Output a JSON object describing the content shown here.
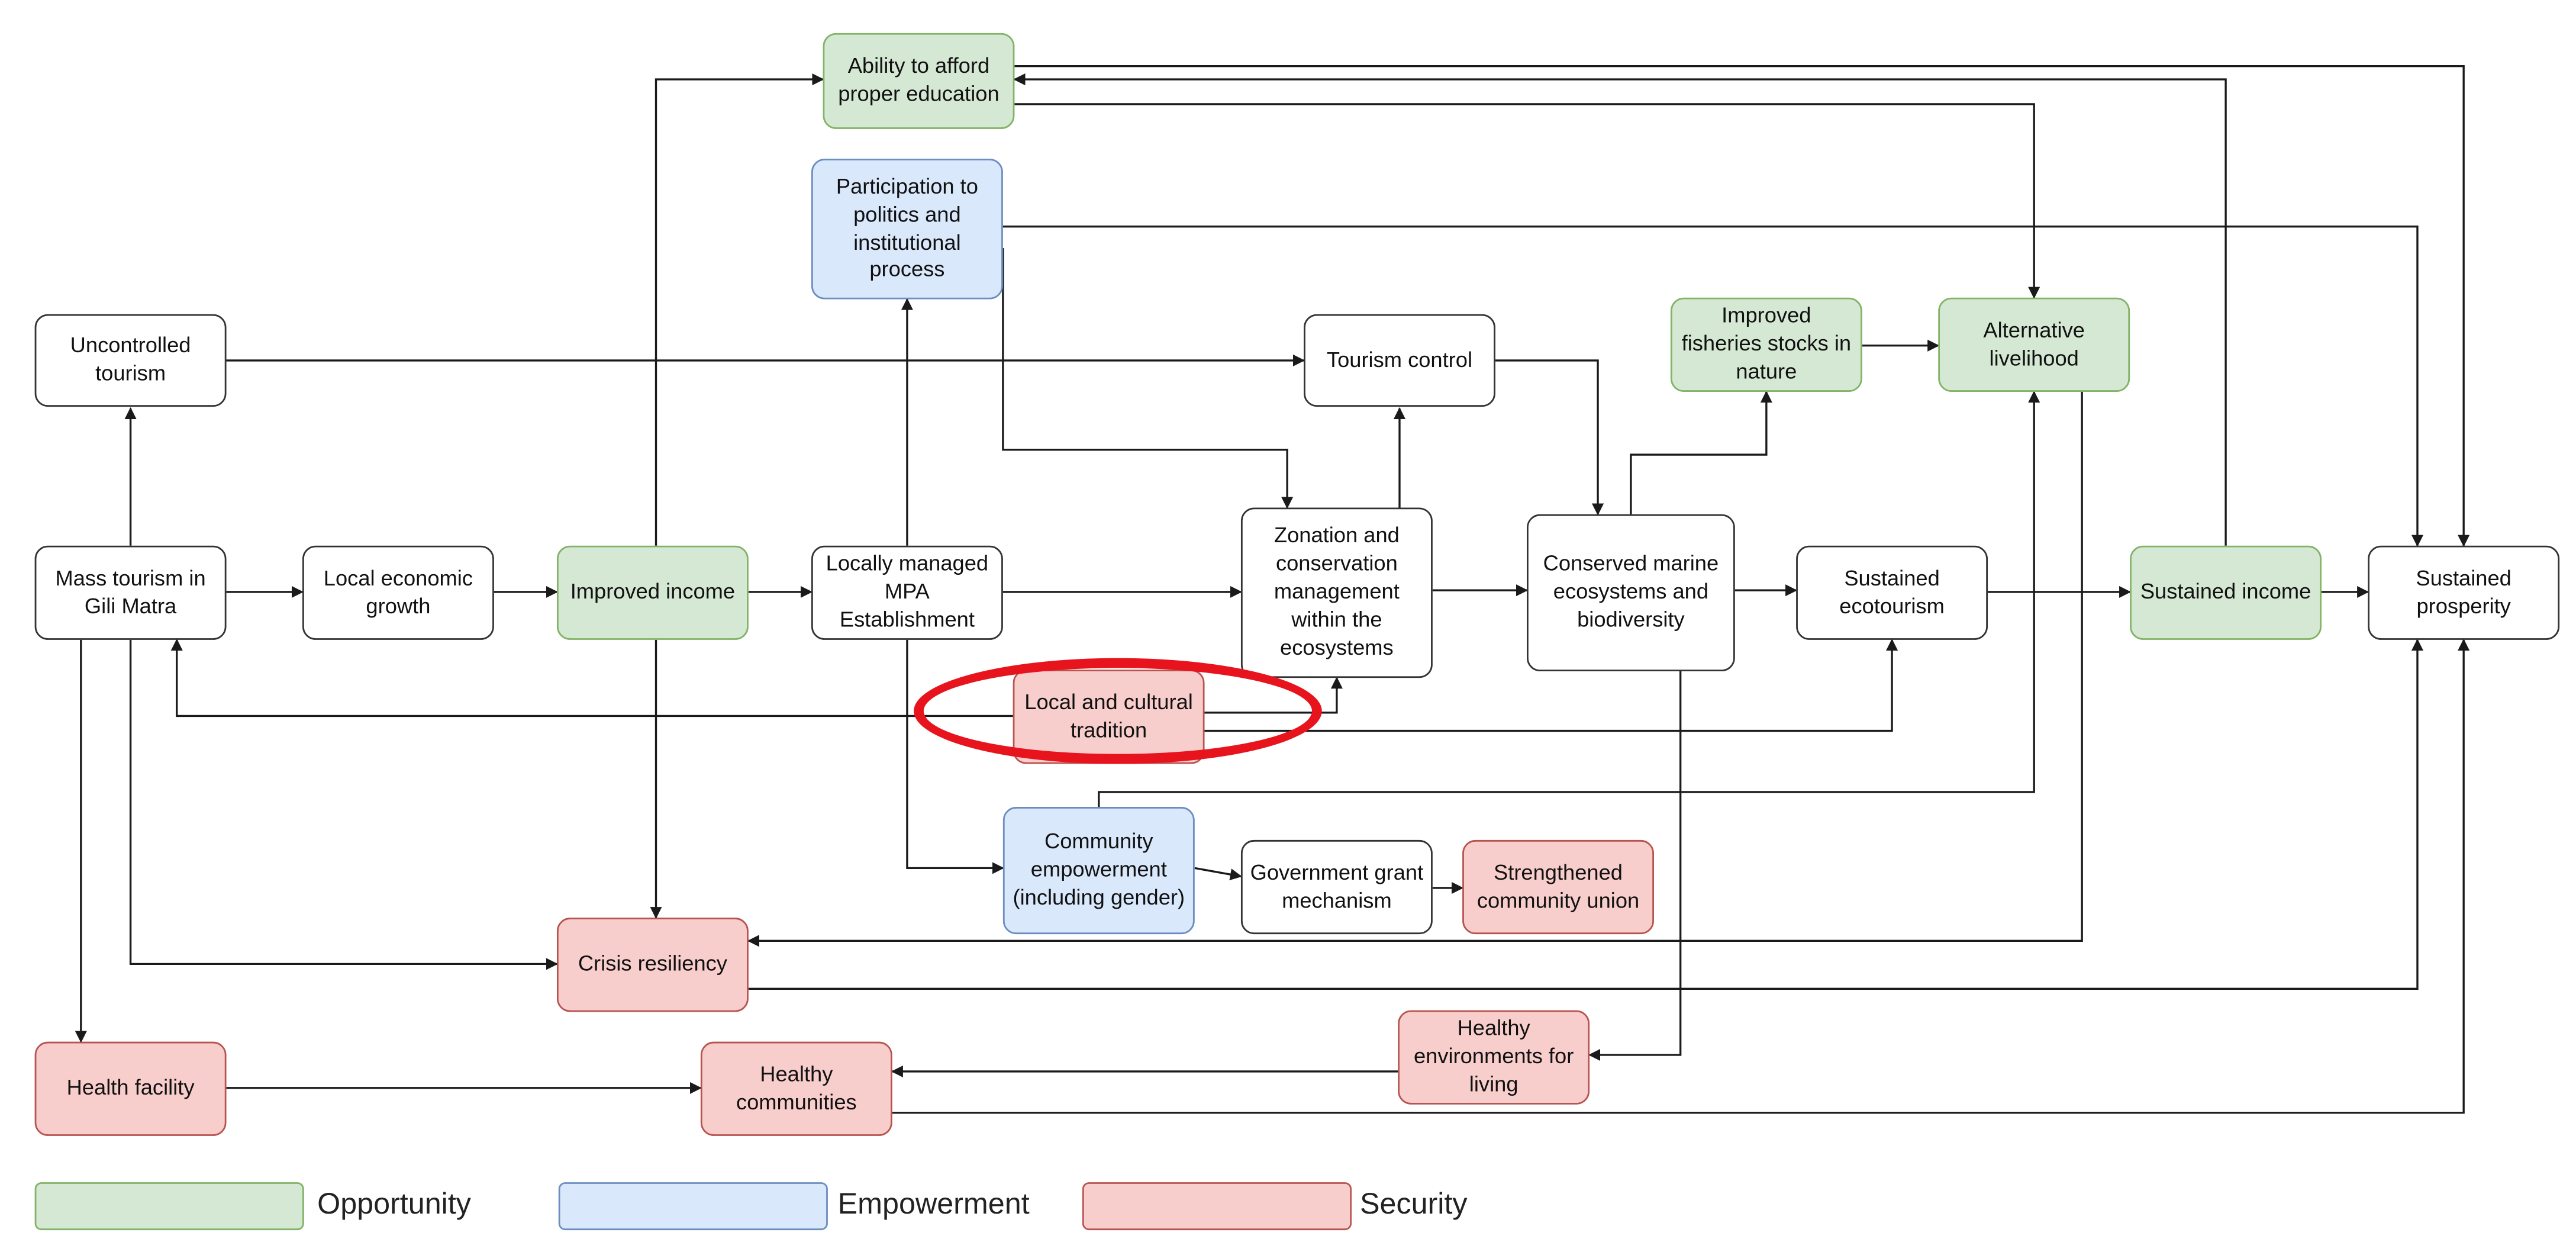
{
  "nodes": {
    "ability_education": {
      "label": "Ability to afford proper education",
      "category": "opportunity"
    },
    "participation_politics": {
      "label": "Participation to politics and institutional process",
      "category": "empowerment"
    },
    "uncontrolled_tourism": {
      "label": "Uncontrolled tourism",
      "category": "neutral"
    },
    "tourism_control": {
      "label": "Tourism control",
      "category": "neutral"
    },
    "improved_fisheries": {
      "label": "Improved fisheries stocks in nature",
      "category": "opportunity"
    },
    "alternative_livelihood": {
      "label": "Alternative livelihood",
      "category": "opportunity"
    },
    "mass_tourism": {
      "label": "Mass tourism in Gili Matra",
      "category": "neutral"
    },
    "local_economic_growth": {
      "label": "Local economic growth",
      "category": "neutral"
    },
    "improved_income": {
      "label": "Improved income",
      "category": "opportunity"
    },
    "locally_managed_mpa": {
      "label": "Locally managed MPA Establishment",
      "category": "neutral"
    },
    "zonation": {
      "label": "Zonation and conservation management within the ecosystems",
      "category": "neutral"
    },
    "conserved_marine": {
      "label": "Conserved marine ecosystems and biodiversity",
      "category": "neutral"
    },
    "sustained_ecotourism": {
      "label": "Sustained ecotourism",
      "category": "neutral"
    },
    "sustained_income": {
      "label": "Sustained income",
      "category": "opportunity"
    },
    "sustained_prosperity": {
      "label": "Sustained prosperity",
      "category": "neutral"
    },
    "local_cultural_tradition": {
      "label": "Local and cultural tradition",
      "category": "security"
    },
    "community_empowerment": {
      "label": "Community empowerment (including gender)",
      "category": "empowerment"
    },
    "government_grant": {
      "label": "Government grant mechanism",
      "category": "neutral"
    },
    "strengthened_union": {
      "label": "Strengthened community union",
      "category": "security"
    },
    "crisis_resiliency": {
      "label": "Crisis resiliency",
      "category": "security"
    },
    "health_facility": {
      "label": "Health facility",
      "category": "security"
    },
    "healthy_communities": {
      "label": "Healthy communities",
      "category": "security"
    },
    "healthy_environments": {
      "label": "Healthy environments for living",
      "category": "security"
    }
  },
  "edges": [
    [
      "mass_tourism",
      "uncontrolled_tourism"
    ],
    [
      "mass_tourism",
      "local_economic_growth"
    ],
    [
      "mass_tourism",
      "health_facility"
    ],
    [
      "mass_tourism",
      "crisis_resiliency"
    ],
    [
      "uncontrolled_tourism",
      "tourism_control"
    ],
    [
      "local_economic_growth",
      "improved_income"
    ],
    [
      "improved_income",
      "locally_managed_mpa"
    ],
    [
      "improved_income",
      "ability_education"
    ],
    [
      "improved_income",
      "crisis_resiliency"
    ],
    [
      "locally_managed_mpa",
      "participation_politics"
    ],
    [
      "locally_managed_mpa",
      "zonation"
    ],
    [
      "locally_managed_mpa",
      "community_empowerment"
    ],
    [
      "participation_politics",
      "zonation"
    ],
    [
      "participation_politics",
      "sustained_prosperity"
    ],
    [
      "zonation",
      "tourism_control"
    ],
    [
      "zonation",
      "conserved_marine"
    ],
    [
      "tourism_control",
      "conserved_marine"
    ],
    [
      "conserved_marine",
      "improved_fisheries"
    ],
    [
      "conserved_marine",
      "sustained_ecotourism"
    ],
    [
      "conserved_marine",
      "healthy_environments"
    ],
    [
      "improved_fisheries",
      "alternative_livelihood"
    ],
    [
      "ability_education",
      "alternative_livelihood"
    ],
    [
      "ability_education",
      "sustained_prosperity"
    ],
    [
      "alternative_livelihood",
      "crisis_resiliency"
    ],
    [
      "sustained_ecotourism",
      "sustained_income"
    ],
    [
      "sustained_income",
      "sustained_prosperity"
    ],
    [
      "sustained_income",
      "ability_education"
    ],
    [
      "local_cultural_tradition",
      "mass_tourism"
    ],
    [
      "local_cultural_tradition",
      "zonation"
    ],
    [
      "local_cultural_tradition",
      "sustained_ecotourism"
    ],
    [
      "community_empowerment",
      "government_grant"
    ],
    [
      "community_empowerment",
      "alternative_livelihood"
    ],
    [
      "government_grant",
      "strengthened_union"
    ],
    [
      "crisis_resiliency",
      "sustained_prosperity"
    ],
    [
      "health_facility",
      "healthy_communities"
    ],
    [
      "healthy_environments",
      "healthy_communities"
    ],
    [
      "healthy_communities",
      "sustained_prosperity"
    ]
  ],
  "legend": [
    {
      "label": "Opportunity",
      "category": "opportunity"
    },
    {
      "label": "Empowerment",
      "category": "empowerment"
    },
    {
      "label": "Security",
      "category": "security"
    }
  ],
  "colors": {
    "opportunity_fill": "#d5e8d4",
    "opportunity_border": "#82b366",
    "empowerment_fill": "#dae8fc",
    "empowerment_border": "#6c8ebf",
    "security_fill": "#f8cecc",
    "security_border": "#b85450",
    "edge": "#1a1a1a",
    "highlight": "#e8141d"
  },
  "highlighted_node": "local_cultural_tradition"
}
